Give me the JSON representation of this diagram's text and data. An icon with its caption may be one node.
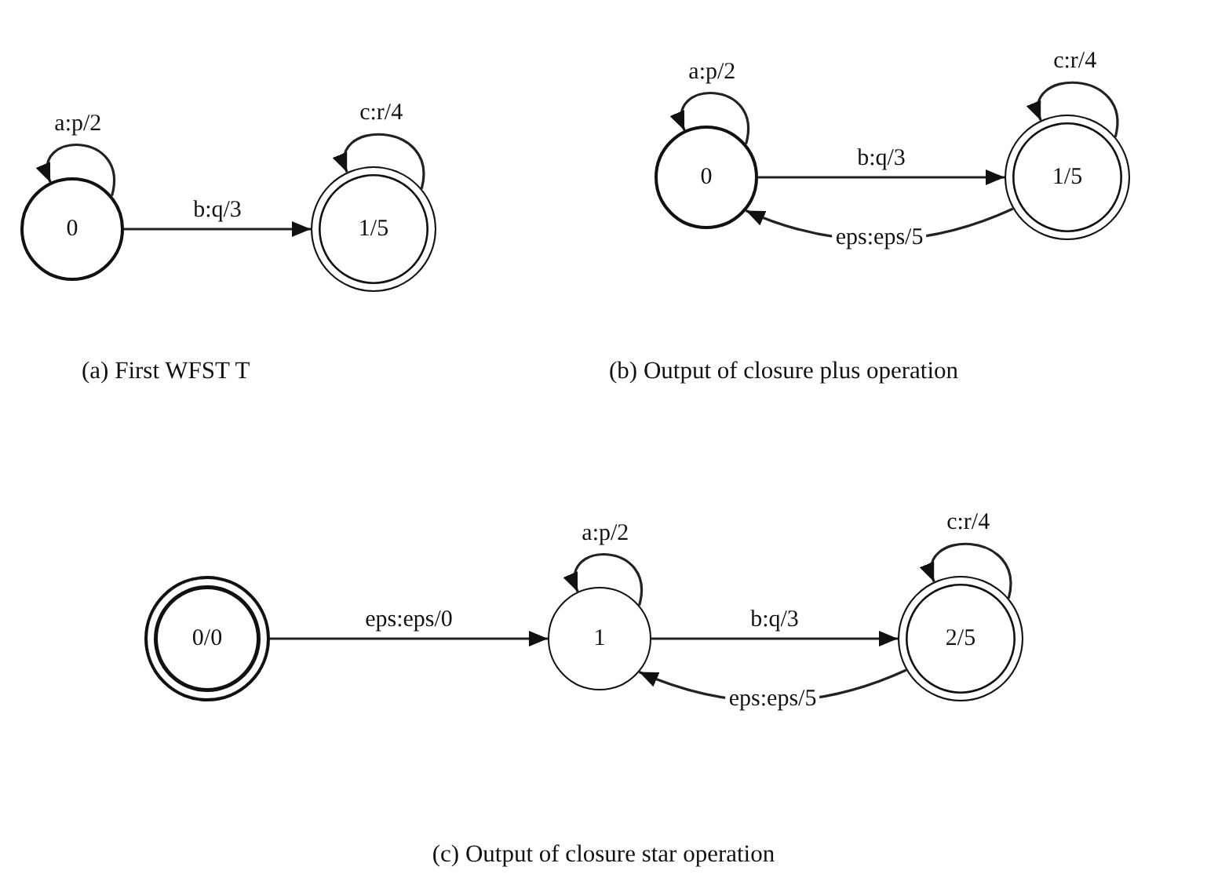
{
  "diagram": {
    "nodes": [
      {
        "text": [
          "0"
        ]
      },
      {
        "text": [
          "1/5"
        ]
      },
      {
        "text": [
          "0"
        ]
      },
      {
        "text": [
          "1/5"
        ]
      },
      {
        "text": [
          "0/0"
        ]
      },
      {
        "text": [
          "1"
        ]
      },
      {
        "text": [
          "2/5"
        ]
      }
    ],
    "edges": [
      {
        "from": 0,
        "to": 0,
        "arrow": "to",
        "label": "a:p/2"
      },
      {
        "from": 0,
        "to": 1,
        "arrow": "to",
        "label": "b:q/3"
      },
      {
        "from": 1,
        "to": 1,
        "arrow": "to",
        "label": "c:r/4"
      },
      {
        "from": 2,
        "to": 2,
        "arrow": "to",
        "label": "a:p/2"
      },
      {
        "from": 2,
        "to": 3,
        "arrow": "to",
        "label": "b:q/3"
      },
      {
        "from": 3,
        "to": 2,
        "arrow": "to",
        "label": "eps:eps/5"
      },
      {
        "from": 3,
        "to": 3,
        "arrow": "to",
        "label": "c:r/4"
      },
      {
        "from": 4,
        "to": 5,
        "arrow": "to",
        "label": "eps:eps/0"
      },
      {
        "from": 5,
        "to": 5,
        "arrow": "to",
        "label": "a:p/2"
      },
      {
        "from": 5,
        "to": 6,
        "arrow": "to",
        "label": "b:q/3"
      },
      {
        "from": 6,
        "to": 5,
        "arrow": "to",
        "label": "eps:eps/5"
      },
      {
        "from": 6,
        "to": 6,
        "arrow": "to",
        "label": "c:r/4"
      }
    ],
    "labels": [
      "(a) First WFST T",
      "(b) Output of closure plus operation",
      "(c) Output of closure star operation"
    ]
  }
}
